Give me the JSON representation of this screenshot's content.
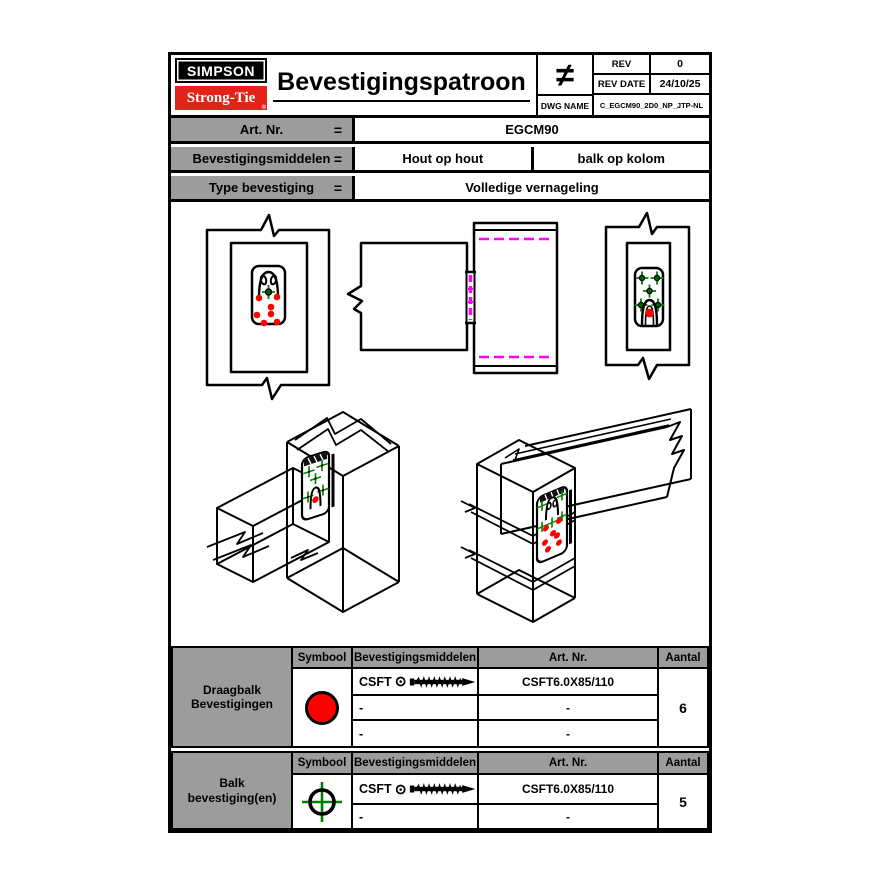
{
  "colors": {
    "sheet_border": "#000000",
    "table_gray": "#9c9c9c",
    "logo_red": "#e2231a",
    "fastener_red": "#ff0000",
    "fastener_green": "#008000",
    "centerline_magenta": "#ff00ff"
  },
  "header": {
    "logo_line1": "SIMPSON",
    "logo_line2": "Strong-Tie",
    "logo_reg": "®",
    "title": "Bevestigingspatroon",
    "projection_symbol": "≠",
    "rev_label": "REV",
    "rev_value": "0",
    "rev_date_label": "REV DATE",
    "rev_date_value": "24/10/25",
    "dwg_name_label": "DWG NAME",
    "dwg_name_value": "C_EGCM90_2D0_NP_JTP-NL"
  },
  "info_rows": [
    {
      "label": "Art. Nr.",
      "eq": "=",
      "value": "EGCM90"
    },
    {
      "label": "Bevestigingsmiddelen",
      "eq": "=",
      "value_left": "Hout op hout",
      "value_right": "balk op kolom"
    },
    {
      "label": "Type bevestiging",
      "eq": "=",
      "value": "Volledige vernageling"
    }
  ],
  "tables": [
    {
      "row_label": "Draagbalk\nBevestigingen",
      "headers": {
        "symbol": "Symbool",
        "fastener": "Bevestigingsmiddelen",
        "art": "Art. Nr.",
        "qty": "Aantal"
      },
      "symbol_icon": "red-filled-circle",
      "rows": [
        {
          "fastener": "CSFT",
          "art": "CSFT6.0X85/110"
        },
        {
          "fastener": "-",
          "art": "-"
        },
        {
          "fastener": "-",
          "art": "-"
        }
      ],
      "qty": "6"
    },
    {
      "row_label": "Balk\nbevestiging(en)",
      "headers": {
        "symbol": "Symbool",
        "fastener": "Bevestigingsmiddelen",
        "art": "Art. Nr.",
        "qty": "Aantal"
      },
      "symbol_icon": "green-crosshair-circle",
      "rows": [
        {
          "fastener": "CSFT",
          "art": "CSFT6.0X85/110"
        },
        {
          "fastener": "-",
          "art": "-"
        }
      ],
      "qty": "5"
    }
  ]
}
